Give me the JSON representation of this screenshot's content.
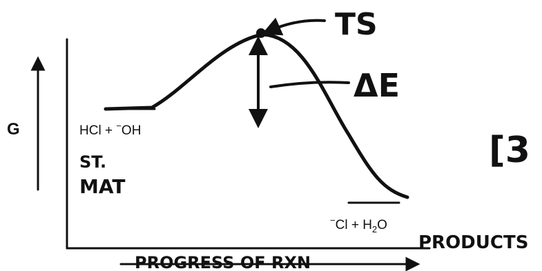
{
  "y_axis_label": "G",
  "reactants": {
    "label_main": "HCl + ",
    "label_sup": "−",
    "label_end": "OH",
    "hand_label_line1": "ST.",
    "hand_label_line2": "MAT"
  },
  "products": {
    "label_sup": "−",
    "label_main": "Cl + H",
    "label_sub": "2",
    "label_end": "O",
    "hand_label": "PRODUCTS"
  },
  "transition_state_label": "TS",
  "energy_gap_label": "ΔE",
  "x_axis_label": "PROGRESS OF RXN",
  "margin_note": "[3",
  "colors": {
    "ink": "#111111",
    "background": "#ffffff"
  }
}
